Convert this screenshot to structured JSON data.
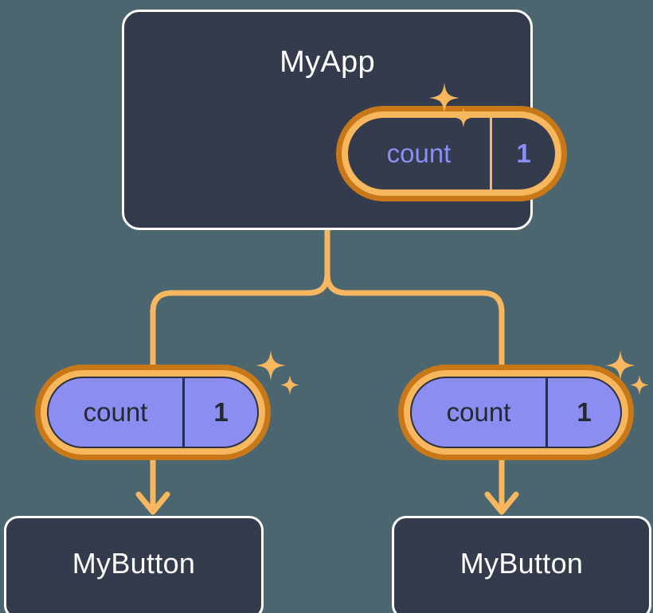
{
  "diagram": {
    "title_text": "MyApp",
    "background_color": "#4c6670",
    "card_fill_color": "#343b4c",
    "card_border_color": "#ffffff",
    "wire_color": "#f7b75e",
    "pill_outer_ring_color": "#c97818",
    "pill_inner_ring_color": "#f7b75e",
    "pill_purple_fill_color": "#8b8ef0",
    "accent_periwinkle_color": "#8b8ef5",
    "dark_text_color": "#24292f",
    "sparkle_color": "#f7b75e"
  },
  "root": {
    "label": "MyApp",
    "state": {
      "key": "count",
      "value": "1"
    },
    "sparkle_icon": "sparkles-icon"
  },
  "branches": [
    {
      "state": {
        "key": "count",
        "value": "1"
      },
      "sparkle_icon": "sparkles-icon",
      "child": {
        "label": "MyButton"
      }
    },
    {
      "state": {
        "key": "count",
        "value": "1"
      },
      "sparkle_icon": "sparkles-icon",
      "child": {
        "label": "MyButton"
      }
    }
  ]
}
